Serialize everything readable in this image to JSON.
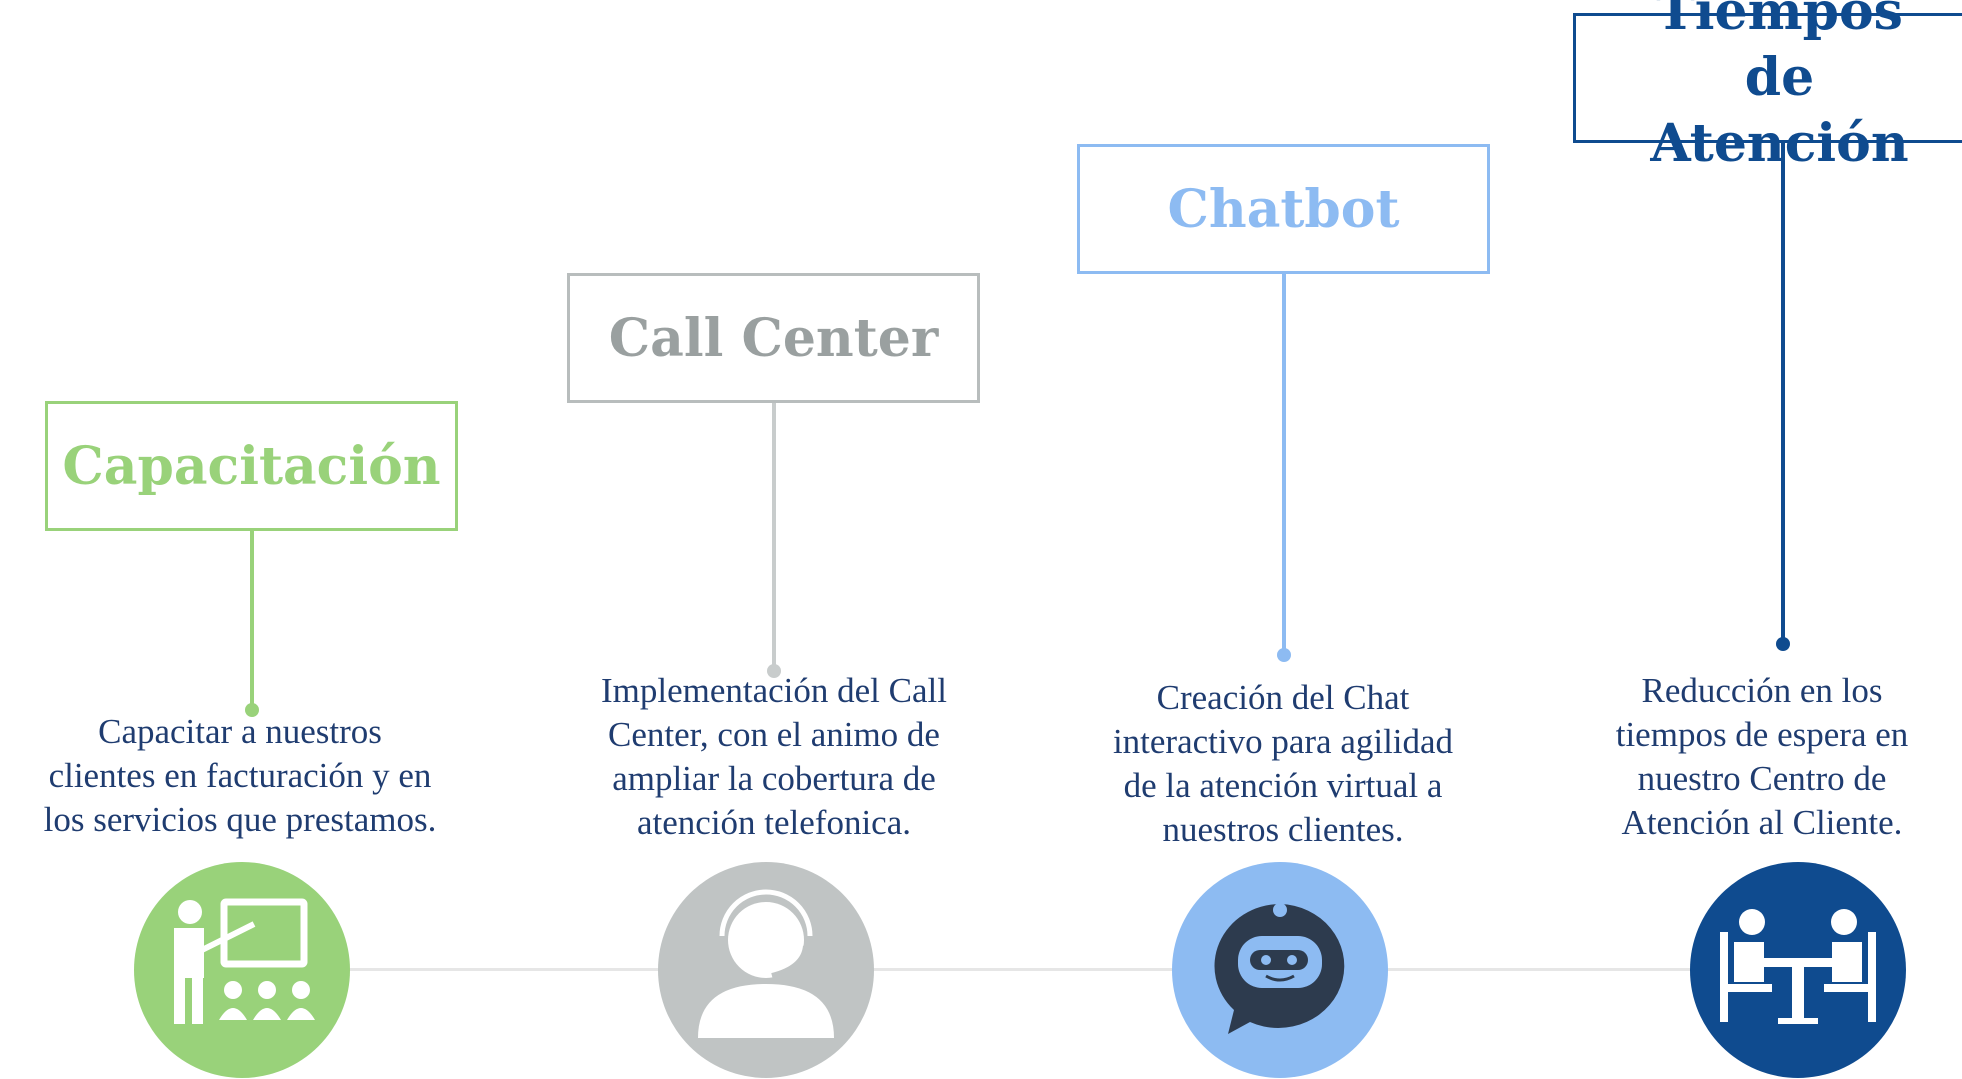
{
  "steps": [
    {
      "title": "Capacitación",
      "color": "#99d27a",
      "icon": "teacher-classroom-icon",
      "description": [
        "Capacitar a nuestros",
        "clientes en facturación y en",
        "los servicios que prestamos."
      ]
    },
    {
      "title": "Call Center",
      "color": "#b8bdbd",
      "icon": "headset-agent-icon",
      "description": [
        "Implementación del Call",
        "Center, con el animo de",
        "ampliar la cobertura de",
        "atención telefonica."
      ]
    },
    {
      "title": "Chatbot",
      "color": "#8dbbf2",
      "icon": "chatbot-icon",
      "description": [
        "Creación del Chat",
        "interactivo para agilidad",
        "de la atención virtual a",
        "nuestros clientes."
      ]
    },
    {
      "title": "Tiempos de Atención",
      "color": "#0f4b8f",
      "icon": "meeting-table-icon",
      "description": [
        "Reducción en los",
        "tiempos de espera en",
        "nuestro Centro de",
        "Atención al Cliente."
      ]
    }
  ]
}
